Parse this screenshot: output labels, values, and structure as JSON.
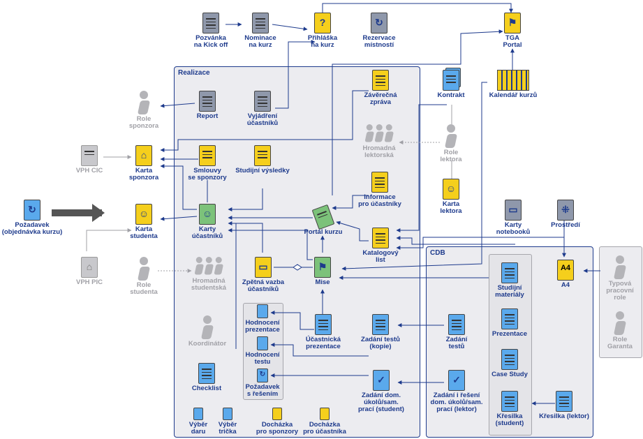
{
  "colors": {
    "primary": "#1d3a8c",
    "gray": "#a0a0a6",
    "yellow": "#f5cf1c",
    "blue": "#5aa9ec",
    "green": "#7cc27a",
    "doc_gray": "#8f98ab"
  },
  "regions": {
    "realizace": "Realizace",
    "cdb": "CDB"
  },
  "nodes": {
    "pozvanka": {
      "label": "Pozvánka\nna Kick off",
      "icon": "document-icon"
    },
    "nominace": {
      "label": "Nominace\nna kurz",
      "icon": "document-icon"
    },
    "prihlaska": {
      "label": "Přihláška\nna kurz",
      "icon": "question-person-icon"
    },
    "rezervace": {
      "label": "Rezervace\nmístností",
      "icon": "refresh-document-icon"
    },
    "tga": {
      "label": "TGA\nPortal",
      "icon": "signpost-icon"
    },
    "kalendar": {
      "label": "Kalendář kurzů",
      "icon": "calendar-clock-icon"
    },
    "kontrakt": {
      "label": "Kontrakt",
      "icon": "contract-icon"
    },
    "role_sponzora": {
      "label": "Role\nsponzora",
      "icon": "person-icon"
    },
    "report": {
      "label": "Report",
      "icon": "document-icon"
    },
    "vyjadreni": {
      "label": "Vyjádření\núčastníků",
      "icon": "document-icon"
    },
    "zaverecna": {
      "label": "Závěrečná\nzpráva",
      "icon": "document-icon"
    },
    "hromadna_lektorska": {
      "label": "Hromadná\nlektorská",
      "icon": "group-icon"
    },
    "role_lektora": {
      "label": "Role\nlektora",
      "icon": "person-icon"
    },
    "vph_cic": {
      "label": "VPH CIC",
      "icon": "id-card-icon"
    },
    "karta_sponzora": {
      "label": "Karta\nsponzora",
      "icon": "factory-icon"
    },
    "smlouvy": {
      "label": "Smlouvy\nse sponzory",
      "icon": "contract-icon"
    },
    "studijni_vysledky": {
      "label": "Studijní výsledky",
      "icon": "results-icon"
    },
    "informace": {
      "label": "Informace\npro účastníky",
      "icon": "document-icon"
    },
    "karta_lektora": {
      "label": "Karta\nlektora",
      "icon": "person-card-icon"
    },
    "karty_notebooku": {
      "label": "Karty\nnotebooků",
      "icon": "computer-icon"
    },
    "prostredi": {
      "label": "Prostředí",
      "icon": "network-icon"
    },
    "pozadavek": {
      "label": "Požadavek\n(objednávka kurzu)",
      "icon": "refresh-document-icon"
    },
    "karta_studenta": {
      "label": "Karta\nstudenta",
      "icon": "graduate-icon"
    },
    "karty_ucastniku": {
      "label": "Karty\núčastníků",
      "icon": "graduate-stack-icon"
    },
    "portal_kurzu": {
      "label": "Portál kurzu",
      "icon": "book-icon"
    },
    "katalogovy": {
      "label": "Katalogový\nlist",
      "icon": "document-icon"
    },
    "a4": {
      "label": "A4",
      "icon": "a4-icon"
    },
    "vph_pic": {
      "label": "VPH PIC",
      "icon": "factory-icon"
    },
    "role_studenta": {
      "label": "Role\nstudenta",
      "icon": "person-icon"
    },
    "hromadna_studentska": {
      "label": "Hromadná\nstudentská",
      "icon": "group-icon"
    },
    "zpetna": {
      "label": "Zpětná vazba\núčastníků",
      "icon": "speech-icon"
    },
    "mise": {
      "label": "Mise",
      "icon": "signpost-icon"
    },
    "typova": {
      "label": "Typová\npracovní\nrole",
      "icon": "person-icon"
    },
    "role_garanta": {
      "label": "Role\nGaranta",
      "icon": "person-icon"
    },
    "studijni_materialy": {
      "label": "Studijní\nmateriály",
      "icon": "document-stack-icon"
    },
    "koordinator": {
      "label": "Koordinátor",
      "icon": "person-icon"
    },
    "hodnoceni_prezentace": {
      "label": "Hodnocení\nprezentace",
      "icon": "document-icon"
    },
    "hodnoceni_testu": {
      "label": "Hodnocení\ntestu",
      "icon": "document-icon"
    },
    "ucastnicka": {
      "label": "Účastnická\nprezentace",
      "icon": "document-stack-icon"
    },
    "zadani_kopie": {
      "label": "Zadání testů\n(kopie)",
      "icon": "checklist-icon"
    },
    "zadani_testu": {
      "label": "Zadání\ntestů",
      "icon": "checklist-icon"
    },
    "prezentace": {
      "label": "Prezentace",
      "icon": "document-stack-icon"
    },
    "checklist": {
      "label": "Checklist",
      "icon": "document-icon"
    },
    "pozadavek_resenim": {
      "label": "Požadavek\ns řešením",
      "icon": "refresh-document-icon"
    },
    "case_study": {
      "label": "Case Study",
      "icon": "document-stack-icon"
    },
    "zadani_dom_student": {
      "label": "Zadání dom.\núkolů/sam.\nprací (student)",
      "icon": "checkmark-icon"
    },
    "zadani_dom_lektor": {
      "label": "Zadání i řešení\ndom. úkolů/sam.\nprací (lektor)",
      "icon": "checkmark-icon"
    },
    "kresilka_student": {
      "label": "Křesilka\n(student)",
      "icon": "document-stack-icon"
    },
    "kresilka_lektor": {
      "label": "Křesilka (lektor)",
      "icon": "document-stack-icon"
    },
    "vyber_daru": {
      "label": "Výběr\ndaru",
      "icon": "document-icon"
    },
    "vyber_tricka": {
      "label": "Výběr\ntrička",
      "icon": "document-icon"
    },
    "dochazka_sponzory": {
      "label": "Docházka\npro sponzory",
      "icon": "document-icon"
    },
    "dochazka_ucastniky": {
      "label": "Docházka\npro účastníka",
      "icon": "document-icon"
    }
  }
}
